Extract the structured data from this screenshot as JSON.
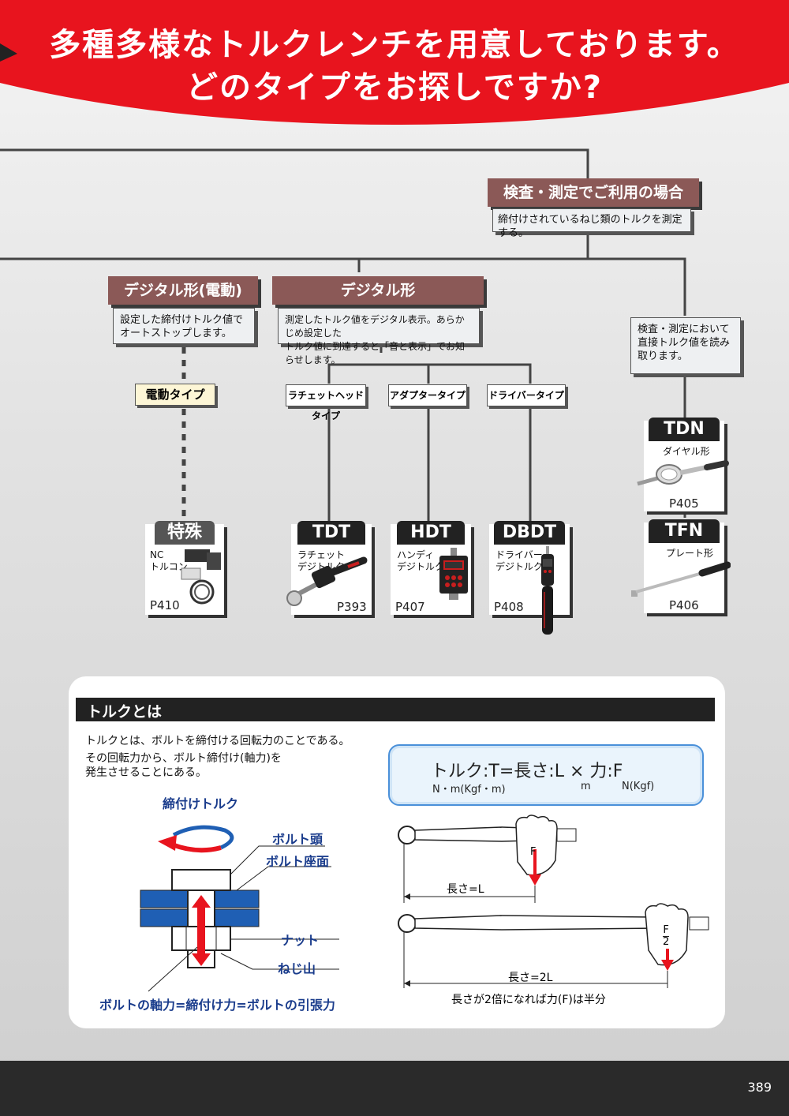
{
  "header": {
    "line1": "多種多様なトルクレンチを用意しております。",
    "line2": "どのタイプをお探しですか?"
  },
  "inspection": {
    "title": "検査・測定でご利用の場合",
    "desc": "締付けされているねじ類のトルクを測定する。"
  },
  "digital_electric": {
    "title": "デジタル形(電動)",
    "desc_line1": "設定した締付けトルク値で",
    "desc_line2": "オートストップします。",
    "type_label": "電動タイプ"
  },
  "digital": {
    "title": "デジタル形",
    "desc_line1": "測定したトルク値をデジタル表示。あらかじめ設定した",
    "desc_line2": "トルク値に到達すると「音と表示」でお知らせします。",
    "type_ratchet": "ラチェットヘッドタイプ",
    "type_adapter": "アダプタータイプ",
    "type_driver": "ドライバータイプ"
  },
  "measure_box": {
    "line1": "検査・測定において",
    "line2": "直接トルク値を読み",
    "line3": "取ります。"
  },
  "products": {
    "special": {
      "name": "特殊",
      "sub1": "NC",
      "sub2": "トルコン",
      "page": "P410"
    },
    "tdt": {
      "name": "TDT",
      "sub1": "ラチェット",
      "sub2": "デジトルク",
      "page": "P393"
    },
    "hdt": {
      "name": "HDT",
      "sub1": "ハンディ",
      "sub2": "デジトルク",
      "page": "P407"
    },
    "dbdt": {
      "name": "DBDT",
      "sub1": "ドライバー",
      "sub2": "デジトルク",
      "page": "P408"
    },
    "tdn": {
      "name": "TDN",
      "sub1": "ダイヤル形",
      "page": "P405"
    },
    "tfn": {
      "name": "TFN",
      "sub1": "プレート形",
      "page": "P406"
    }
  },
  "torque": {
    "heading": "トルクとは",
    "text1": "トルクとは、ボルトを締付ける回転力のことである。",
    "text2": "その回転力から、ボルト締付け(軸力)を",
    "text3": "発生させることにある。",
    "formula": "トルク:T=長さ:L × 力:F",
    "unit_t": "N・m(Kgf・m)",
    "unit_l": "m",
    "unit_f": "N(Kgf)",
    "label_tightening": "締付けトルク",
    "label_bolt_head": "ボルト頭",
    "label_bolt_seat": "ボルト座面",
    "label_nut": "ナット",
    "label_thread": "ねじ山",
    "label_axial": "ボルトの軸力=締付け力=ボルトの引張力",
    "len1": "長さ=L",
    "len2": "長さ=2L",
    "force1": "F",
    "force2_num": "F",
    "force2_den": "2",
    "note": "長さが2倍になれば力(F)は半分"
  },
  "footer": {
    "page_number": "389"
  },
  "colors": {
    "red": "#e8141e",
    "maroon": "#8b5957",
    "blue": "#1f5fb4",
    "dark": "#222222"
  }
}
